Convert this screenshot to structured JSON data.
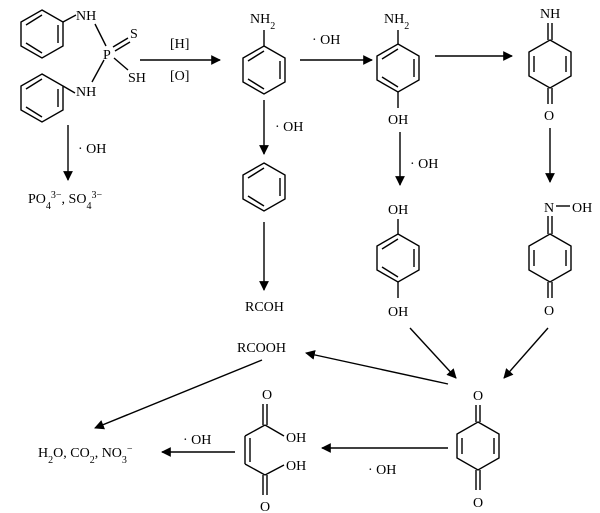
{
  "reagents": {
    "hydrogenation": "[H]",
    "oxidation": "[O]",
    "hydroxyl_radical": "· OH"
  },
  "species": {
    "dithiophosphate": {
      "nh_top": "NH",
      "nh_bottom": "NH",
      "phosphorus": "P",
      "sulfur_double": "S",
      "thiol": "SH"
    },
    "aniline": {
      "amine": "NH2"
    },
    "aminophenol": {
      "amine": "NH2",
      "hydroxyl": "OH"
    },
    "quinone_imine": {
      "imine": "NH",
      "oxo": "O"
    },
    "hydroquinone": {
      "hydroxyl_top": "OH",
      "hydroxyl_bottom": "OH"
    },
    "quinone_oxime": {
      "nitrogen": "N",
      "hydroxyl": "OH",
      "oxo": "O"
    },
    "benzoquinone": {
      "oxo_top": "O",
      "oxo_bottom": "O"
    },
    "maleic_acid": {
      "oxo_top": "O",
      "oh_top": "OH",
      "oh_bottom": "OH",
      "oxo_bottom": "O"
    },
    "aldehyde": "RCOH",
    "acid": "RCOOH",
    "phosphate_sulfate": "PO4^3−, SO4^3−",
    "final_products": "H2O, CO2, NO3^−"
  }
}
